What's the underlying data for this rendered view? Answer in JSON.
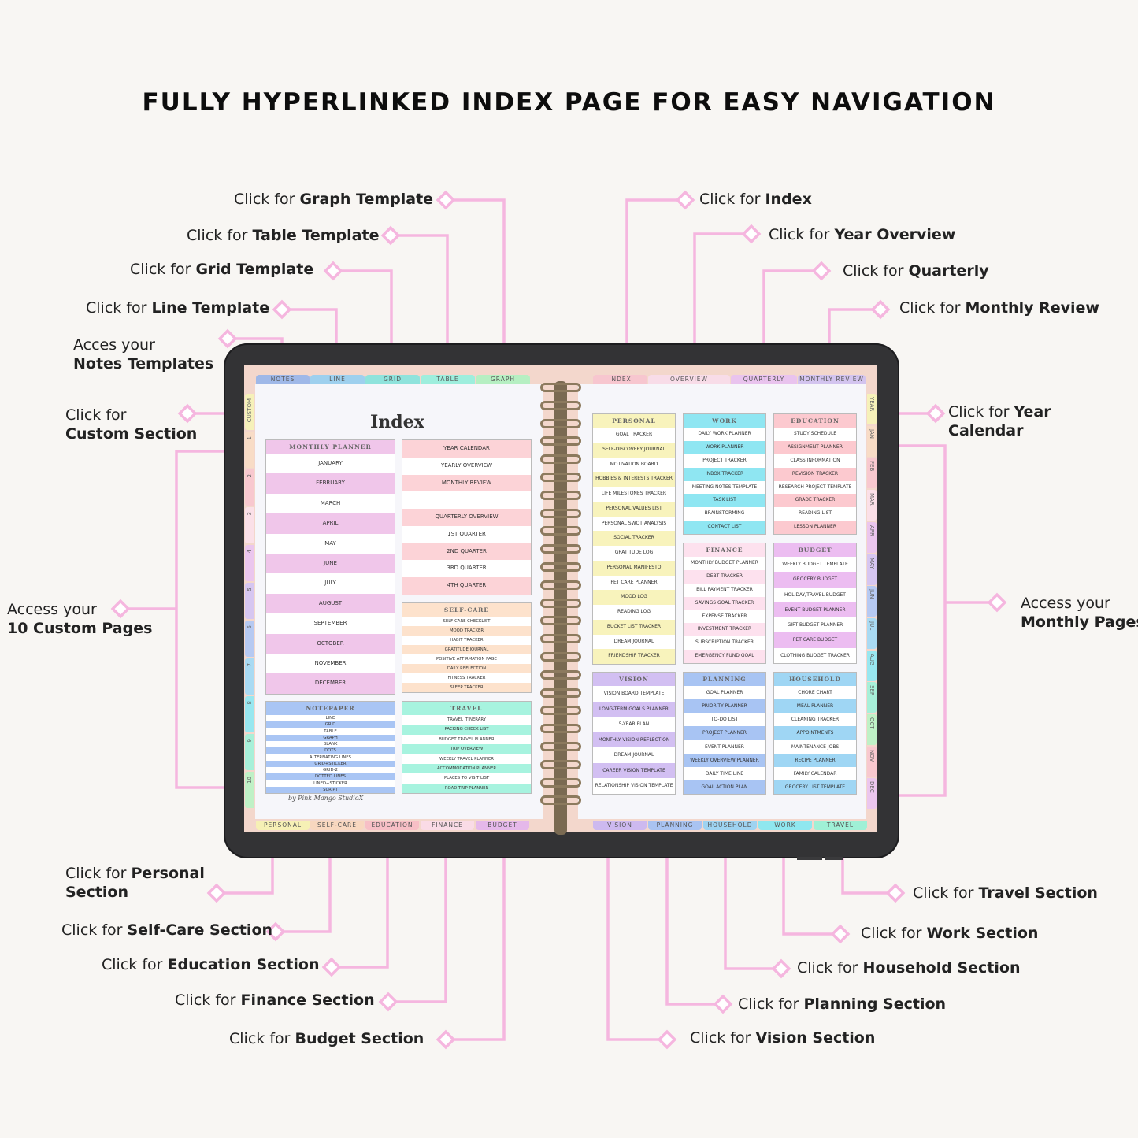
{
  "heading": "FULLY HYPERLINKED INDEX PAGE FOR EASY NAVIGATION",
  "callouts": {
    "graph": {
      "pre": "Click for ",
      "bold": "Graph Template"
    },
    "table": {
      "pre": "Click for ",
      "bold": "Table Template"
    },
    "grid": {
      "pre": "Click for ",
      "bold": "Grid Template"
    },
    "line": {
      "pre": "Click for ",
      "bold": "Line Template"
    },
    "notes": {
      "pre": "Acces your",
      "bold": "Notes Templates"
    },
    "custom": {
      "pre": "Click for",
      "bold": "Custom Section"
    },
    "custom_pages": {
      "pre": "Access your",
      "bold": "10 Custom Pages"
    },
    "index": {
      "pre": "Click for ",
      "bold": "Index"
    },
    "year_overview": {
      "pre": "Click for ",
      "bold": "Year Overview"
    },
    "quarterly": {
      "pre": "Click for ",
      "bold": "Quarterly"
    },
    "monthly_review": {
      "pre": "Click for ",
      "bold": "Monthly Review"
    },
    "year_calendar": {
      "pre": "Click for ",
      "bold1": "Year",
      "bold2": "Calendar"
    },
    "monthly_pages": {
      "pre": "Access your",
      "bold": "Monthly Pages"
    },
    "personal": {
      "pre": "Click for ",
      "bold1": "Personal",
      "bold2": "Section"
    },
    "selfcare": {
      "pre": "Click for ",
      "bold": "Self-Care Section"
    },
    "education": {
      "pre": "Click for ",
      "bold": "Education Section"
    },
    "finance": {
      "pre": "Click for ",
      "bold": "Finance Section"
    },
    "budget": {
      "pre": "Click for ",
      "bold": "Budget Section"
    },
    "travel": {
      "pre": "Click for ",
      "bold": "Travel Section"
    },
    "work": {
      "pre": "Click for ",
      "bold": "Work Section"
    },
    "household": {
      "pre": "Click for ",
      "bold": "Household Section"
    },
    "planning": {
      "pre": "Click for ",
      "bold": "Planning Section"
    },
    "vision": {
      "pre": "Click for ",
      "bold": "Vision Section"
    }
  },
  "top_tabs": [
    {
      "label": "NOTES",
      "color": "#9fb8e8"
    },
    {
      "label": "LINE",
      "color": "#9ed0ee"
    },
    {
      "label": "GRID",
      "color": "#8fe3dc"
    },
    {
      "label": "TABLE",
      "color": "#9eeedd"
    },
    {
      "label": "GRAPH",
      "color": "#b6efc2"
    },
    {
      "label": "INDEX",
      "color": "#f7c6cf"
    },
    {
      "label": "OVERVIEW",
      "color": "#f8dce8"
    },
    {
      "label": "QUARTERLY",
      "color": "#e9c3ee"
    },
    {
      "label": "MONTHLY REVIEW",
      "color": "#d3c4ef"
    }
  ],
  "bottom_tabs": [
    {
      "label": "PERSONAL",
      "color": "#f6f0b5"
    },
    {
      "label": "SELF-CARE",
      "color": "#f8d7bf"
    },
    {
      "label": "EDUCATION",
      "color": "#f7bfc6"
    },
    {
      "label": "FINANCE",
      "color": "#fadbe6"
    },
    {
      "label": "BUDGET",
      "color": "#e5b8ea"
    },
    {
      "label": "VISION",
      "color": "#cdb9ef"
    },
    {
      "label": "PLANNING",
      "color": "#a9c3f1"
    },
    {
      "label": "HOUSEHOLD",
      "color": "#9ed3f1"
    },
    {
      "label": "WORK",
      "color": "#8fe7ef"
    },
    {
      "label": "TRAVEL",
      "color": "#9ff0d6"
    }
  ],
  "left_tabs": [
    {
      "label": "CUSTOM",
      "color": "#f6f1b9"
    },
    {
      "label": "1",
      "color": "#f8dcc6"
    },
    {
      "label": "2",
      "color": "#f8c8cf"
    },
    {
      "label": "3",
      "color": "#fbe0e8"
    },
    {
      "label": "4",
      "color": "#ebc6ee"
    },
    {
      "label": "5",
      "color": "#d6c6f1"
    },
    {
      "label": "6",
      "color": "#b6c9f2"
    },
    {
      "label": "7",
      "color": "#a9daf3"
    },
    {
      "label": "8",
      "color": "#98e7f0"
    },
    {
      "label": "9",
      "color": "#a7f0d9"
    },
    {
      "label": "10",
      "color": "#bff1c6"
    }
  ],
  "right_tabs": [
    {
      "label": "YEAR",
      "color": "#f6f1b9"
    },
    {
      "label": "JAN",
      "color": "#f8dcc6"
    },
    {
      "label": "FEB",
      "color": "#f8c8cf"
    },
    {
      "label": "MAR",
      "color": "#fbe0e8"
    },
    {
      "label": "APR",
      "color": "#ebc6ee"
    },
    {
      "label": "MAY",
      "color": "#d6c6f1"
    },
    {
      "label": "JUN",
      "color": "#b6c9f2"
    },
    {
      "label": "JUL",
      "color": "#a9daf3"
    },
    {
      "label": "AUG",
      "color": "#98e7f0"
    },
    {
      "label": "SEP",
      "color": "#a7f0d9"
    },
    {
      "label": "OCT",
      "color": "#bff1c6"
    },
    {
      "label": "NOV",
      "color": "#f8c8cf"
    },
    {
      "label": "DEC",
      "color": "#ebc6ee"
    }
  ],
  "index_title": "Index",
  "signature": "by Pink Mango StudioX",
  "boxes": {
    "monthly": {
      "title": "MONTHLY PLANNER",
      "head": "#f0c6ea",
      "alt": "#f0c6ea",
      "items": [
        "JANUARY",
        "FEBRUARY",
        "MARCH",
        "APRIL",
        "MAY",
        "JUNE",
        "JULY",
        "AUGUST",
        "SEPTEMBER",
        "OCTOBER",
        "NOVEMBER",
        "DECEMBER"
      ]
    },
    "year": {
      "title": "",
      "head": "#fcd3d7",
      "alt": "#fcd3d7",
      "items": [
        "YEAR CALENDAR",
        "YEARLY OVERVIEW",
        "MONTHLY REVIEW",
        "",
        "QUARTERLY OVERVIEW",
        "1ST QUARTER",
        "2ND QUARTER",
        "3RD QUARTER",
        "4TH QUARTER"
      ]
    },
    "selfcare": {
      "title": "SELF-CARE",
      "head": "#fde2cc",
      "alt": "#fde2cc",
      "items": [
        "SELF-CARE CHECKLIST",
        "MOOD TRACKER",
        "HABIT TRACKER",
        "GRATITUDE JOURNAL",
        "POSITIVE AFFIRMATION PAGE",
        "DAILY REFLECTION",
        "FITNESS TRACKER",
        "SLEEP TRACKER"
      ]
    },
    "notepaper": {
      "title": "NOTEPAPER",
      "head": "#a9c5f4",
      "alt": "#a9c5f4",
      "items": [
        "LINE",
        "GRID",
        "TABLE",
        "GRAPH",
        "BLANK",
        "DOTS",
        "ALTERNATING LINES",
        "GRID+STICKER",
        "GRID-2",
        "DOTTED LINES",
        "LINED+STICKER",
        "SCRIPT"
      ]
    },
    "travel": {
      "title": "TRAVEL",
      "head": "#a7f3df",
      "alt": "#a7f3df",
      "items": [
        "TRAVEL ITINERARY",
        "PACKING CHECK LIST",
        "BUDGET TRAVEL PLANNER",
        "TRIP OVERVIEW",
        "WEEKLY TRAVEL PLANNER",
        "ACCOMMODATION PLANNER",
        "PLACES TO VISIT LIST",
        "ROAD TRIP PLANNER"
      ]
    },
    "personal": {
      "title": "PERSONAL",
      "head": "#f8f3bc",
      "alt": "#f8f3bc",
      "items": [
        "GOAL TRACKER",
        "SELF-DISCOVERY JOURNAL",
        "MOTIVATION BOARD",
        "HOBBIES & INTERESTS TRACKER",
        "LIFE MILESTONES TRACKER",
        "PERSONAL VALUES LIST",
        "PERSONAL SWOT ANALYSIS",
        "SOCIAL TRACKER",
        "GRATITUDE LOG",
        "PERSONAL MANIFESTO",
        "PET CARE PLANNER",
        "MOOD LOG",
        "READING LOG",
        "BUCKET LIST TRACKER",
        "DREAM JOURNAL",
        "FRIENDSHIP TRACKER"
      ]
    },
    "work": {
      "title": "WORK",
      "head": "#8fe6f2",
      "alt": "#8fe6f2",
      "items": [
        "DAILY WORK PLANNER",
        "WORK PLANNER",
        "PROJECT TRACKER",
        "INBOX TRACKER",
        "MEETING NOTES TEMPLATE",
        "TASK LIST",
        "BRAINSTORMING",
        "CONTACT LIST"
      ]
    },
    "education": {
      "title": "EDUCATION",
      "head": "#fcc9cf",
      "alt": "#fcc9cf",
      "items": [
        "STUDY SCHEDULE",
        "ASSIGNMENT PLANNER",
        "CLASS INFORMATION",
        "REVISION TRACKER",
        "RESEARCH PROJECT TEMPLATE",
        "GRADE TRACKER",
        "READING LIST",
        "LESSON PLANNER"
      ]
    },
    "finance": {
      "title": "FINANCE",
      "head": "#fde1ee",
      "alt": "#fde1ee",
      "items": [
        "MONTHLY BUDGET PLANNER",
        "DEBT TRACKER",
        "BILL PAYMENT TRACKER",
        "SAVINGS GOAL TRACKER",
        "EXPENSE TRACKER",
        "INVESTMENT TRACKER",
        "SUBSCRIPTION TRACKER",
        "EMERGENCY FUND GOAL"
      ]
    },
    "budget": {
      "title": "BUDGET",
      "head": "#ecbdf1",
      "alt": "#ecbdf1",
      "items": [
        "WEEKLY BUDGET TEMPLATE",
        "GROCERY BUDGET",
        "HOLIDAY/TRAVEL BUDGET",
        "EVENT BUDGET PLANNER",
        "GIFT BUDGET PLANNER",
        "PET CARE BUDGET",
        "CLOTHING BUDGET TRACKER"
      ]
    },
    "vision": {
      "title": "VISION",
      "head": "#d2bff2",
      "alt": "#d2bff2",
      "items": [
        "VISION BOARD TEMPLATE",
        "LONG-TERM GOALS PLANNER",
        "5-YEAR PLAN",
        "MONTHLY VISION REFLECTION",
        "DREAM JOURNAL",
        "CAREER VISION TEMPLATE",
        "RELATIONSHIP VISION TEMPLATE"
      ]
    },
    "planning": {
      "title": "PLANNING",
      "head": "#a8c4f3",
      "alt": "#a8c4f3",
      "items": [
        "GOAL PLANNER",
        "PRIORITY PLANNER",
        "TO-DO LIST",
        "PROJECT PLANNER",
        "EVENT PLANNER",
        "WEEKLY OVERVIEW PLANNER",
        "DAILY TIME LINE",
        "GOAL ACTION PLAN"
      ]
    },
    "household": {
      "title": "HOUSEHOLD",
      "head": "#9fd6f4",
      "alt": "#9fd6f4",
      "items": [
        "CHORE CHART",
        "MEAL PLANNER",
        "CLEANING TRACKER",
        "APPOINTMENTS",
        "MAINTENANCE JOBS",
        "RECIPE PLANNER",
        "FAMILY CALENDAR",
        "GROCERY LIST TEMPLATE"
      ]
    }
  },
  "colors": {
    "connector": "#f5b6df",
    "background": "#f8f6f3",
    "tablet": "#333335"
  }
}
